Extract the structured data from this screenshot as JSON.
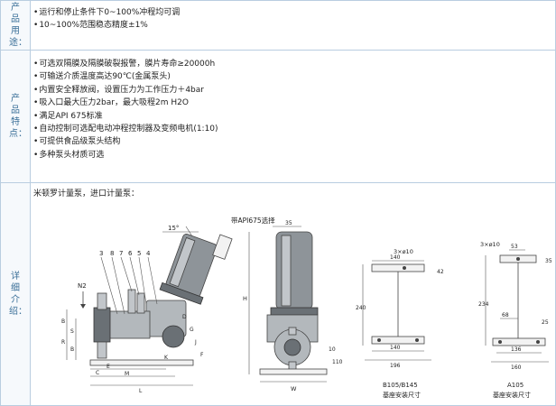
{
  "rows": [
    {
      "label": "产品用途：",
      "items": [
        "运行和停止条件下0~100%冲程均可调",
        "10~100%范围稳态精度±1%"
      ]
    },
    {
      "label": "产品特点：",
      "items": [
        "可选双隔膜及隔膜破裂报警，膜片寿命≥20000h",
        "可输送介质温度高达90℃(金属泵头)",
        "内置安全释放阀，设置压力为工作压力＋4bar",
        "吸入口最大压力2bar，最大吸程2m H2O",
        "满足API 675标准",
        "自动控制可选配电动冲程控制器及变频电机(1:10)",
        "可提供食品级泵头结构",
        "多种泵头材质可选"
      ]
    },
    {
      "label": "详细介绍：",
      "title": "米顿罗计量泵，进口计量泵："
    }
  ],
  "drawing": {
    "left": {
      "angle": "15°",
      "numbers": [
        "3",
        "8",
        "7",
        "6",
        "5",
        "4"
      ],
      "n2": "N2",
      "dims": [
        "B",
        "R",
        "S",
        "B",
        "E",
        "M",
        "L",
        "D",
        "G",
        "J",
        "F",
        "K",
        "C"
      ]
    },
    "middle": {
      "caption": "带API675选择",
      "dims": [
        "35",
        "H",
        "10",
        "110",
        "W"
      ]
    },
    "base1": {
      "hole": "3×ø10",
      "dims": [
        "140",
        "42",
        "240",
        "140",
        "196"
      ],
      "caption": [
        "B105/B145",
        "基座安装尺寸"
      ]
    },
    "base2": {
      "hole": "3×ø10",
      "dims": [
        "53",
        "35",
        "234",
        "68",
        "25",
        "136",
        "160"
      ],
      "caption": [
        "A105",
        "基座安装尺寸"
      ]
    }
  }
}
